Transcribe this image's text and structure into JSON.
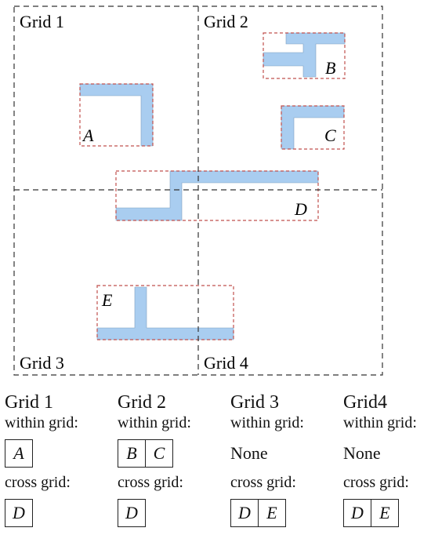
{
  "diagram": {
    "grids": [
      {
        "id": "g1",
        "label": "Grid 1"
      },
      {
        "id": "g2",
        "label": "Grid 2"
      },
      {
        "id": "g3",
        "label": "Grid 3"
      },
      {
        "id": "g4",
        "label": "Grid 4"
      }
    ],
    "shapes": [
      {
        "id": "A",
        "label": "A"
      },
      {
        "id": "B",
        "label": "B"
      },
      {
        "id": "C",
        "label": "C"
      },
      {
        "id": "D",
        "label": "D"
      },
      {
        "id": "E",
        "label": "E"
      }
    ],
    "colors": {
      "shape_fill": "#a9cdf0",
      "bbox_stroke": "#c0504d",
      "grid_line": "#333333"
    }
  },
  "legend": [
    {
      "title": "Grid 1",
      "within_label": "within grid:",
      "within": [
        "A"
      ],
      "cross_label": "cross grid:",
      "cross": [
        "D"
      ]
    },
    {
      "title": "Grid 2",
      "within_label": "within grid:",
      "within": [
        "B",
        "C"
      ],
      "cross_label": "cross grid:",
      "cross": [
        "D"
      ]
    },
    {
      "title": "Grid 3",
      "within_label": "within grid:",
      "within_text": "None",
      "cross_label": "cross grid:",
      "cross": [
        "D",
        "E"
      ]
    },
    {
      "title": "Grid4",
      "within_label": "within grid:",
      "within_text": "None",
      "cross_label": "cross grid:",
      "cross": [
        "D",
        "E"
      ]
    }
  ]
}
